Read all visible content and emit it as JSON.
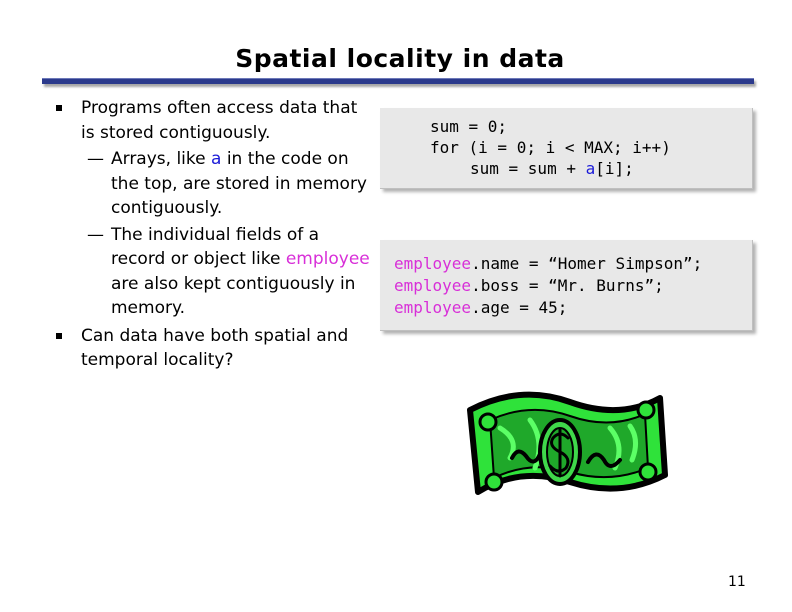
{
  "slide": {
    "title": "Spatial locality in data",
    "page_number": "11"
  },
  "bullets": {
    "b1": "Programs often access data that is stored contiguously.",
    "sub1_pre": "Arrays, like ",
    "sub1_var": "a",
    "sub1_post": " in the code on the top, are stored in memory contiguously.",
    "sub2_pre": "The individual fields of a record or object like ",
    "sub2_var": "employee",
    "sub2_post": " are also kept contiguously in memory.",
    "b2": "Can data have both spatial and temporal locality?"
  },
  "code1": {
    "line1": "sum = 0;",
    "line2": "for (i = 0; i < MAX; i++)",
    "line3_pre": "sum = sum + ",
    "line3_var": "a",
    "line3_post": "[i];"
  },
  "code2": {
    "var": "employee",
    "line1_rest": ".name = “Homer Simpson”;",
    "line2_rest": ".boss = “Mr. Burns”;",
    "line3_rest": ".age = 45;"
  },
  "colors": {
    "title_rule": "#2b3a8c",
    "code_background": "#e8e8e8",
    "array_highlight": "#1a1ad8",
    "employee_highlight": "#d82fd8",
    "money_green": "#2fe23a"
  },
  "icons": {
    "clipart": "dollar-bill-icon"
  }
}
